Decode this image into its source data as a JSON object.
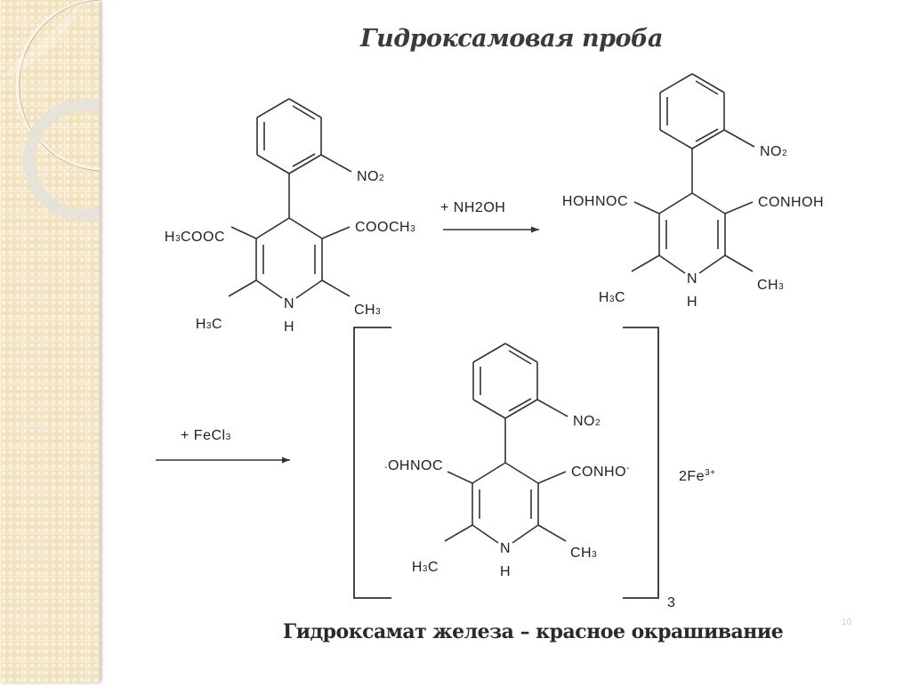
{
  "title": "Гидроксамовая проба",
  "caption": "Гидроксамат железа – красное окрашивание",
  "slide_number": "10",
  "reagents": {
    "first": [
      [
        "+ NH",
        ""
      ],
      [
        "2",
        ""
      ],
      [
        "OH",
        ""
      ]
    ],
    "second": [
      [
        "+ FeCl",
        ""
      ],
      [
        "3",
        "sub"
      ]
    ]
  },
  "molecules": [
    {
      "name": "nifedipine",
      "no2": [
        [
          "NO",
          ""
        ],
        [
          "2",
          "sub"
        ]
      ],
      "left_sub": [
        [
          "H",
          ""
        ],
        [
          "3",
          "sub"
        ],
        [
          "COOC",
          ""
        ]
      ],
      "right_sub": [
        [
          "COOCH",
          ""
        ],
        [
          "3",
          "sub"
        ]
      ],
      "left_me": [
        [
          "H",
          ""
        ],
        [
          "3",
          "sub"
        ],
        [
          "C",
          ""
        ]
      ],
      "right_me": [
        [
          "CH",
          ""
        ],
        [
          "3",
          "sub"
        ]
      ],
      "n": "N",
      "h": "H"
    },
    {
      "name": "hydroxamic-acid",
      "no2": [
        [
          "NO",
          ""
        ],
        [
          "2",
          "sub"
        ]
      ],
      "left_sub": [
        [
          "HOHNOC",
          ""
        ]
      ],
      "right_sub": [
        [
          "CONHOH",
          ""
        ]
      ],
      "left_me": [
        [
          "H",
          ""
        ],
        [
          "3",
          "sub"
        ],
        [
          "C",
          ""
        ]
      ],
      "right_me": [
        [
          "CH",
          ""
        ],
        [
          "3",
          "sub"
        ]
      ],
      "n": "N",
      "h": "H"
    },
    {
      "name": "iron-hydroxamate-ligand",
      "no2": [
        [
          "NO",
          ""
        ],
        [
          "2",
          "sub"
        ]
      ],
      "left_sub": [
        [
          "-",
          "sup"
        ],
        [
          "OHNOC",
          ""
        ]
      ],
      "right_sub": [
        [
          "CONHO",
          ""
        ],
        [
          "-",
          "sup"
        ]
      ],
      "left_me": [
        [
          "H",
          ""
        ],
        [
          "3",
          "sub"
        ],
        [
          "C",
          ""
        ]
      ],
      "right_me": [
        [
          "CH",
          ""
        ],
        [
          "3",
          "sub"
        ]
      ],
      "n": "N",
      "h": "H"
    }
  ],
  "complex": {
    "stoichiometry": "3",
    "counter_ion": [
      [
        "2Fe",
        ""
      ],
      [
        "3+",
        "sup"
      ]
    ]
  },
  "colors": {
    "ink": "#222222",
    "panel": "#f2e2bd"
  }
}
